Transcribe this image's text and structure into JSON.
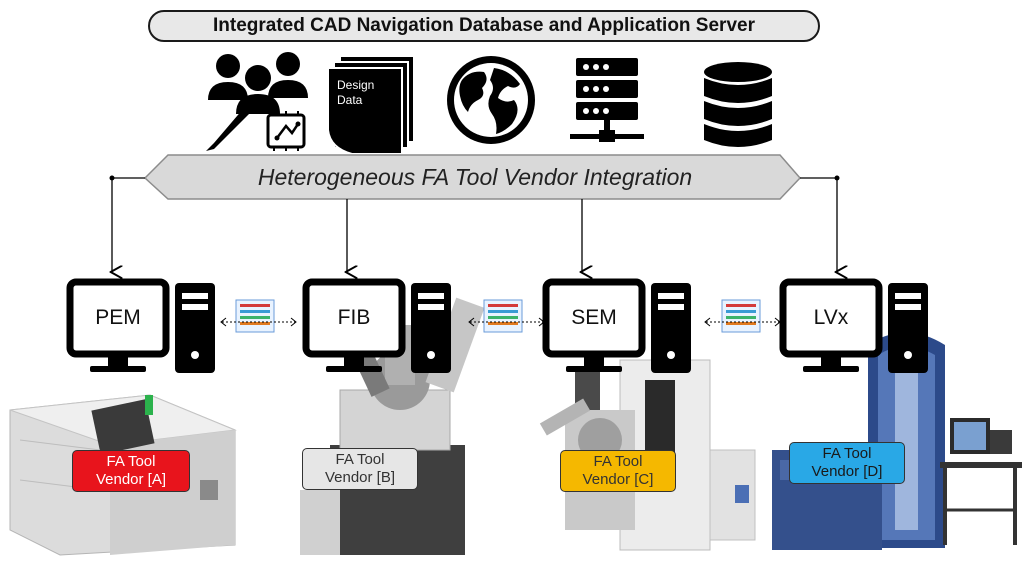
{
  "header": {
    "title": "Integrated CAD Navigation Database and Application Server"
  },
  "icons": {
    "design_data_line1": "Design",
    "design_data_line2": "Data"
  },
  "integration": {
    "label": "Heterogeneous FA Tool Vendor Integration"
  },
  "tools": [
    {
      "monitor_label": "PEM",
      "vendor_line1": "FA Tool",
      "vendor_line2": "Vendor [A]",
      "vendor_bg": "#e8141c",
      "vendor_fg": "#ffffff"
    },
    {
      "monitor_label": "FIB",
      "vendor_line1": "FA Tool",
      "vendor_line2": "Vendor [B]",
      "vendor_bg": "#e6e6e6",
      "vendor_fg": "#333333"
    },
    {
      "monitor_label": "SEM",
      "vendor_line1": "FA Tool",
      "vendor_line2": "Vendor [C]",
      "vendor_bg": "#f5b800",
      "vendor_fg": "#333333"
    },
    {
      "monitor_label": "LVx",
      "vendor_line1": "FA Tool",
      "vendor_line2": "Vendor [D]",
      "vendor_bg": "#29a8e6",
      "vendor_fg": "#1a1a1a"
    }
  ],
  "colors": {
    "icon": "#000000",
    "band_fill": "#d9d9d9",
    "band_stroke": "#8c8c8c"
  }
}
